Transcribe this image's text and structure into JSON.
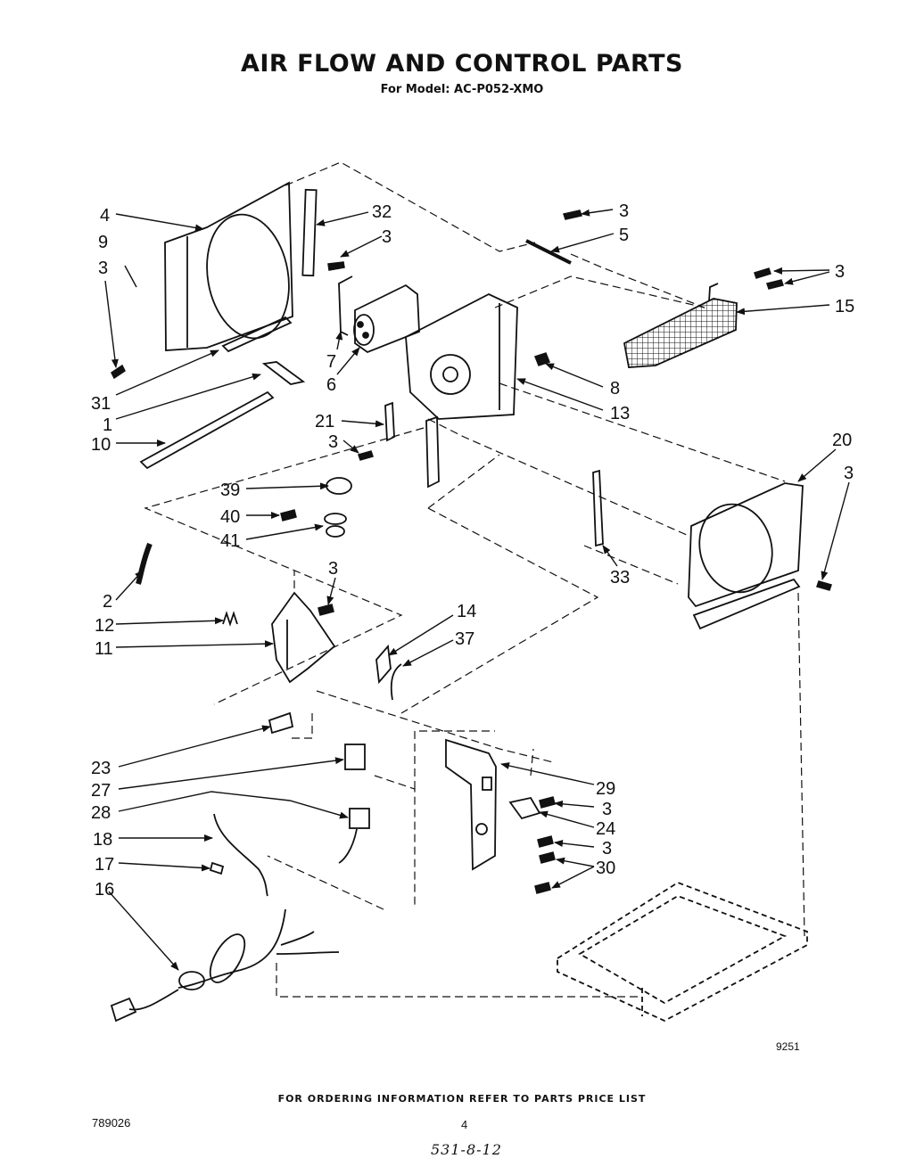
{
  "header": {
    "title": "AIR FLOW AND CONTROL PARTS",
    "subtitle": "For Model: AC-P052-XMO"
  },
  "callouts": [
    "4",
    "9",
    "3",
    "32",
    "3",
    "3",
    "5",
    "3",
    "15",
    "7",
    "6",
    "8",
    "13",
    "31",
    "1",
    "10",
    "21",
    "3",
    "20",
    "3",
    "39",
    "40",
    "41",
    "33",
    "3",
    "2",
    "12",
    "11",
    "14",
    "37",
    "23",
    "27",
    "28",
    "18",
    "17",
    "16",
    "29",
    "3",
    "24",
    "3",
    "30"
  ],
  "drawing_number": "9251",
  "footer": {
    "ordering_note": "FOR ORDERING INFORMATION REFER TO PARTS PRICE LIST",
    "doc_number": "789026",
    "page_number": "4",
    "handwritten_note": "531-8-12"
  }
}
